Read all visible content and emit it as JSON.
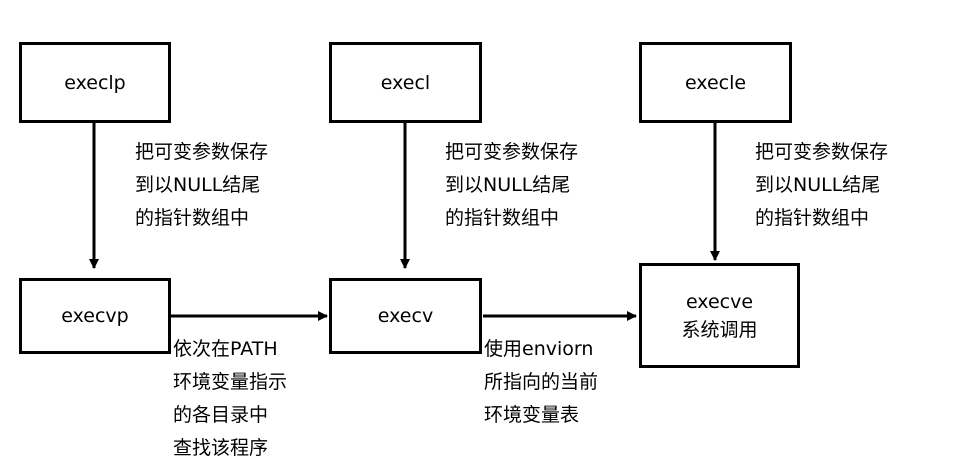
{
  "nodes": {
    "execlp": "execlp",
    "execl": "execl",
    "execle": "execle",
    "execvp": "execvp",
    "execv": "execv",
    "execve": {
      "line1": "execve",
      "line2": "系统调用"
    }
  },
  "annotations": {
    "vertical_note": [
      "把可变参数保存",
      "到以NULL结尾",
      "的指针数组中"
    ],
    "path_search": [
      "依次在PATH",
      "环境变量指示",
      "的各目录中",
      "查找该程序"
    ],
    "environ_use": [
      "使用enviorn",
      "所指向的当前",
      "环境变量表"
    ]
  },
  "colors": {
    "stroke": "#000000",
    "background": "#ffffff"
  }
}
